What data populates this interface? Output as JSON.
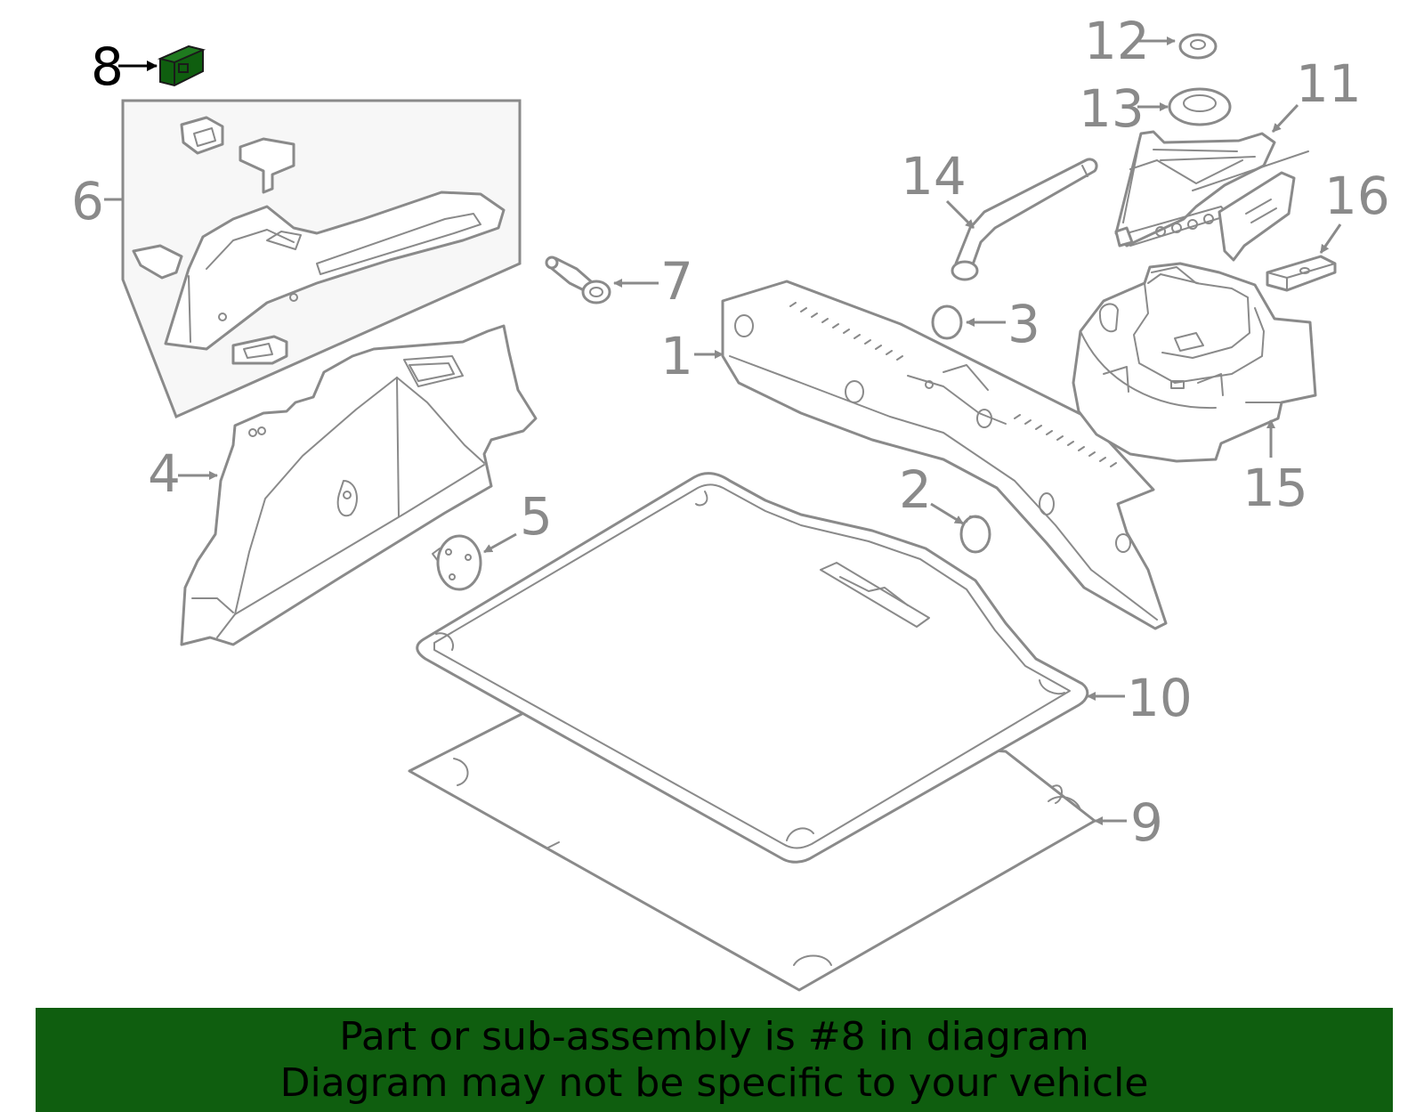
{
  "diagram": {
    "callouts": {
      "c1": "1",
      "c2": "2",
      "c3": "3",
      "c4": "4",
      "c5": "5",
      "c6": "6",
      "c7": "7",
      "c8": "8",
      "c9": "9",
      "c10": "10",
      "c11": "11",
      "c12": "12",
      "c13": "13",
      "c14": "14",
      "c15": "15",
      "c16": "16"
    },
    "highlighted_part": "8",
    "highlight_color": "#0f5e0f",
    "line_color": "#8a8a8a"
  },
  "banner": {
    "line1": "Part or sub-assembly is #8 in diagram",
    "line2": "Diagram may not be specific to your vehicle",
    "background": "#0f5e0f"
  }
}
